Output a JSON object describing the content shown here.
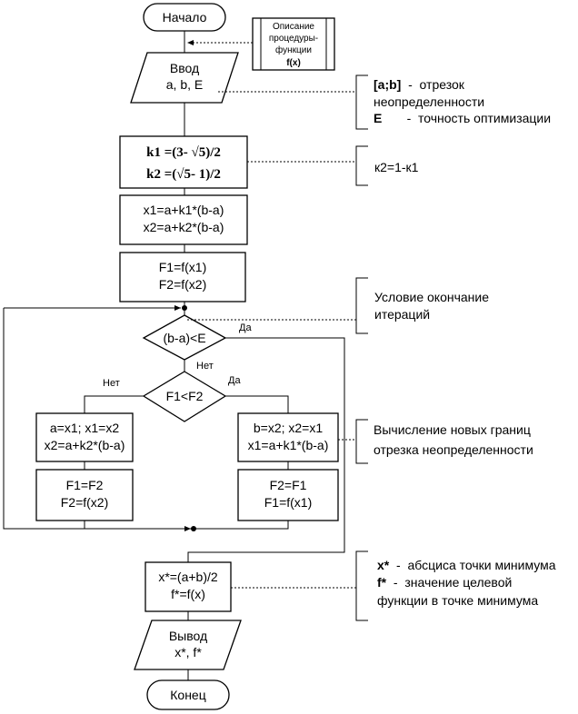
{
  "blocks": {
    "start": "Начало",
    "procedure": [
      "Описание",
      "процедуры-",
      "функции",
      "f(x)"
    ],
    "input": [
      "Ввод",
      "a, b, E"
    ],
    "k_calc": [
      "k1 =(3- √5)/2",
      "k2 =(√5- 1)/2"
    ],
    "x_calc": [
      "x1=a+k1*(b-a)",
      "x2=a+k2*(b-a)"
    ],
    "f_calc": [
      "F1=f(x1)",
      "F2=f(x2)"
    ],
    "cond_loop": "(b-a)<E",
    "cond_compare": "F1<F2",
    "left_update": [
      "a=x1; x1=x2",
      "x2=a+k2*(b-a)"
    ],
    "left_f": [
      "F1=F2",
      "F2=f(x2)"
    ],
    "right_update": [
      "b=x2; x2=x1",
      "x1=a+k1*(b-a)"
    ],
    "right_f": [
      "F2=F1",
      "F1=f(x1)"
    ],
    "result": [
      "x*=(a+b)/2",
      "f*=f(x)"
    ],
    "output": [
      "Вывод",
      "x*, f*"
    ],
    "end": "Конец"
  },
  "labels": {
    "yes": "Да",
    "no": "Нет"
  },
  "comments": {
    "interval": {
      "lines": [
        {
          "bold": "[a;b]",
          "text": "  -  отрезок"
        },
        {
          "bold": "",
          "text": "неопределенности"
        },
        {
          "bold": "E",
          "text": "       -  точность оптимизации"
        }
      ]
    },
    "k2": "к2=1-к1",
    "stop_condition": [
      "Условие  окончание",
      "итераций"
    ],
    "new_bounds": [
      "Вычисление новых границ",
      "отрезка неопределенности"
    ],
    "result": {
      "lines": [
        {
          "bold": "x*",
          "text": "  -  абсциса точки минимума"
        },
        {
          "bold": "f*",
          "text": "  -  значение целевой"
        },
        {
          "bold": "",
          "text": "функции в точке минимума"
        }
      ]
    }
  }
}
